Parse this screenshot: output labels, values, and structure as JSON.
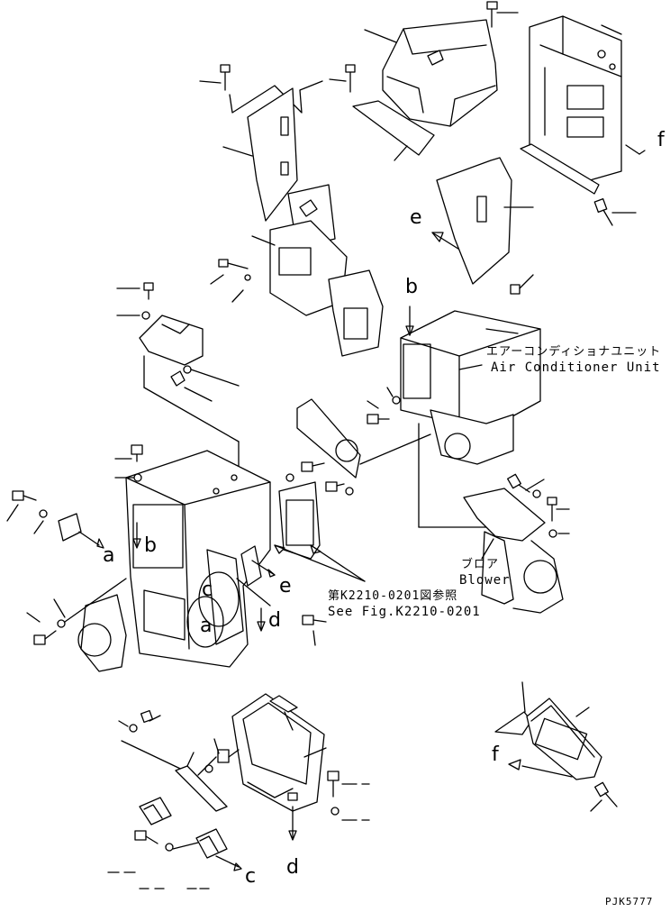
{
  "drawing_code": "PJK5777",
  "letters": {
    "a1": "a",
    "a2": "a",
    "b1": "b",
    "b2": "b",
    "c1": "c",
    "c2": "c",
    "d1": "d",
    "d2": "d",
    "e1": "e",
    "e2": "e",
    "f1": "f",
    "f2": "f"
  },
  "notes": {
    "air_conditioner_unit_jp": "エアーコンディショナユニット",
    "air_conditioner_unit_en": "Air Conditioner Unit",
    "blower_jp": "ブロア",
    "blower_en": "Blower",
    "see_fig_jp": "第K2210-0201図参照",
    "see_fig_en": "See Fig.K2210-0201"
  }
}
